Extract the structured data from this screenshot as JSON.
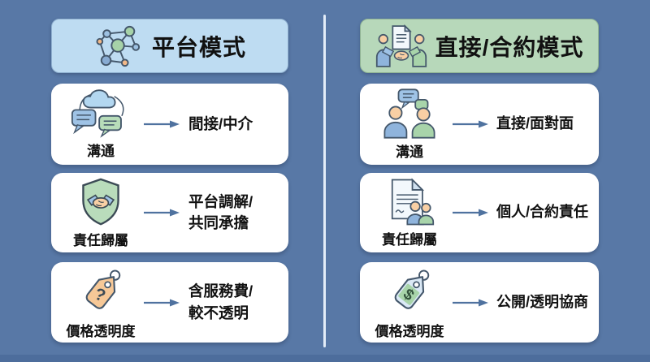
{
  "page": {
    "background_color": "#5878a6",
    "divider_color": "#e3edf8",
    "card_color": "#ffffff",
    "arrow_color": "#4f729f",
    "text_color": "#111111"
  },
  "columns": [
    {
      "header": {
        "label": "平台模式",
        "icon": "network-icon",
        "bg_color": "#bedcf2"
      },
      "rows": [
        {
          "label": "溝通",
          "icon": "chat-cloud-icon",
          "result_line1": "間接/中介"
        },
        {
          "label": "責任歸屬",
          "icon": "shield-handshake-icon",
          "result_line1": "平台調解/",
          "result_line2": "共同承擔"
        },
        {
          "label": "價格透明度",
          "icon": "tag-question-icon",
          "result_line1": "含服務費/",
          "result_line2": "較不透明"
        }
      ]
    },
    {
      "header": {
        "label": "直接/合約模式",
        "icon": "handshake-doc-icon",
        "bg_color": "#b7d8ba"
      },
      "rows": [
        {
          "label": "溝通",
          "icon": "people-chat-icon",
          "result_line1": "直接/面對面"
        },
        {
          "label": "責任歸屬",
          "icon": "contract-people-icon",
          "result_line1": "個人/合約責任"
        },
        {
          "label": "價格透明度",
          "icon": "tag-dollar-icon",
          "result_line1": "公開/透明協商"
        }
      ]
    }
  ]
}
